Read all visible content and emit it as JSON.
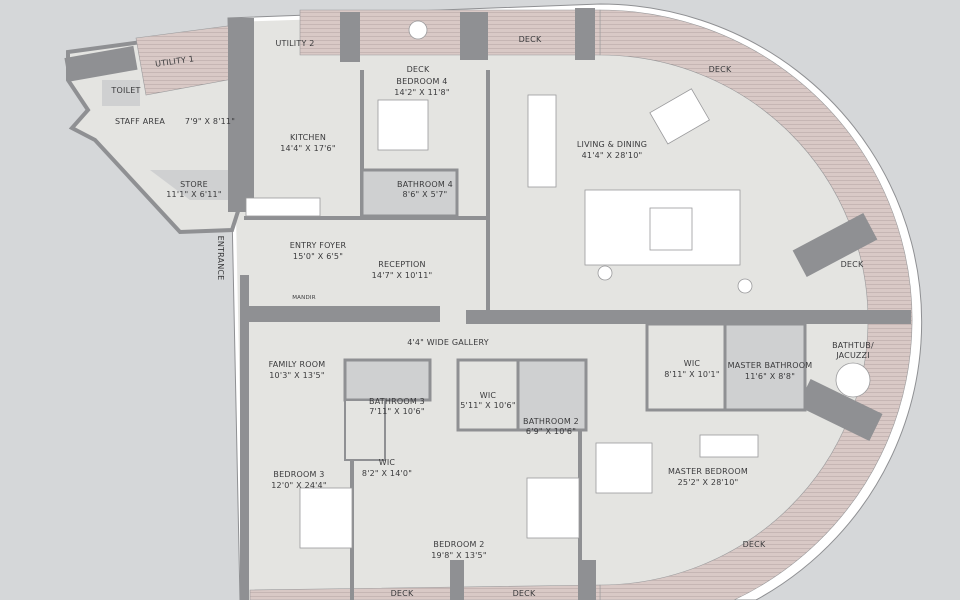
{
  "colors": {
    "background": "#d5d7d9",
    "floor": "#e4e4e1",
    "wall": "#8f9093",
    "deck": "#d9c9c6",
    "wet_area": "#cfd0d1",
    "text": "#3a3a3c"
  },
  "rooms": {
    "utility1": {
      "name": "UTILITY 1"
    },
    "utility2": {
      "name": "UTILITY 2"
    },
    "toilet": {
      "name": "TOILET"
    },
    "staff_area": {
      "name": "STAFF AREA"
    },
    "staff_room": {
      "dims": "7'9\" X 8'11\""
    },
    "kitchen": {
      "name": "KITCHEN",
      "dims": "14'4\" X 17'6\""
    },
    "store": {
      "name": "STORE",
      "dims": "11'1\" X 6'11\""
    },
    "bedroom4": {
      "name": "BEDROOM 4",
      "dims": "14'2\" X 11'8\""
    },
    "bathroom4": {
      "name": "BATHROOM 4",
      "dims": "8'6\" X 5'7\""
    },
    "living_dining": {
      "name": "LIVING & DINING",
      "dims": "41'4\" X 28'10\""
    },
    "entry_foyer": {
      "name": "ENTRY FOYER",
      "dims": "15'0\" X 6'5\""
    },
    "reception": {
      "name": "RECEPTION",
      "dims": "14'7\" X 10'11\""
    },
    "entrance": {
      "name": "ENTRANCE"
    },
    "mandir": {
      "name": "MANDIR"
    },
    "gallery": {
      "name": "4'4\" WIDE GALLERY"
    },
    "family_room": {
      "name": "FAMILY ROOM",
      "dims": "10'3\" X 13'5\""
    },
    "bathroom3": {
      "name": "BATHROOM 3",
      "dims": "7'11\" X 10'6\""
    },
    "wic_bed2": {
      "name": "WIC",
      "dims": "5'11\" X 10'6\""
    },
    "bathroom2": {
      "name": "BATHROOM 2",
      "dims": "6'9\" X 10'6\""
    },
    "wic_bed3": {
      "name": "WIC",
      "dims": "8'2\" X 14'0\""
    },
    "bedroom3": {
      "name": "BEDROOM 3",
      "dims": "12'0\" X 24'4\""
    },
    "bedroom2": {
      "name": "BEDROOM 2",
      "dims": "19'8\" X 13'5\""
    },
    "wic_master": {
      "name": "WIC",
      "dims": "8'11\" X 10'1\""
    },
    "master_bathroom": {
      "name": "MASTER BATHROOM",
      "dims": "11'6\" X 8'8\""
    },
    "master_bedroom": {
      "name": "MASTER BEDROOM",
      "dims": "25'2\" X 28'10\""
    },
    "bathtub": {
      "name": "BATHTUB/",
      "name2": "JACUZZI"
    }
  },
  "decks": [
    "DECK",
    "DECK",
    "DECK",
    "DECK",
    "DECK",
    "DECK",
    "DECK"
  ]
}
